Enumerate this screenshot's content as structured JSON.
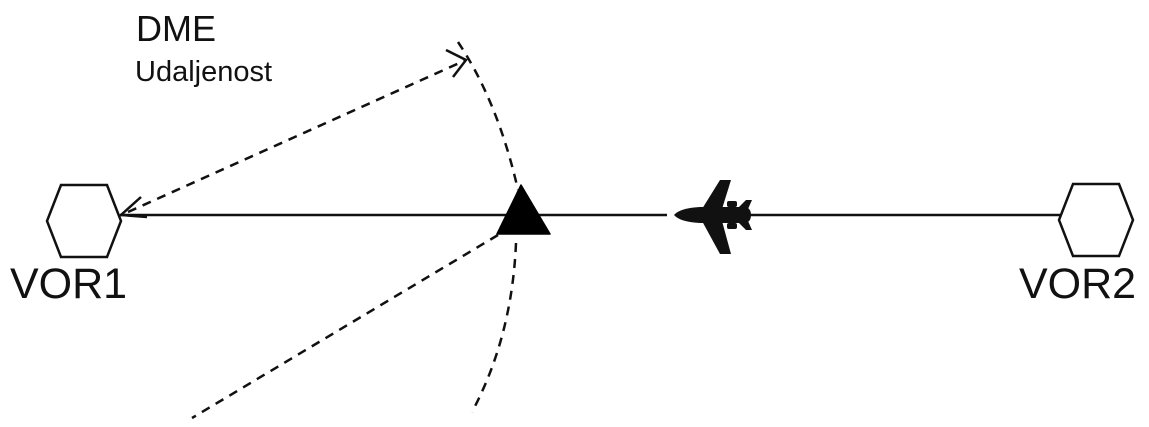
{
  "diagram": {
    "dme_label": "DME",
    "distance_label": "Udaljenost",
    "station_left_label": "VOR1",
    "station_right_label": "VOR2",
    "line_color": "#111111",
    "station_fill": "#ffffff",
    "marker_fill": "#000000",
    "aircraft_icon": "airplane-icon",
    "aircraft_heading": "west",
    "station_icon": "hexagon-icon",
    "position_marker_icon": "triangle-icon"
  }
}
